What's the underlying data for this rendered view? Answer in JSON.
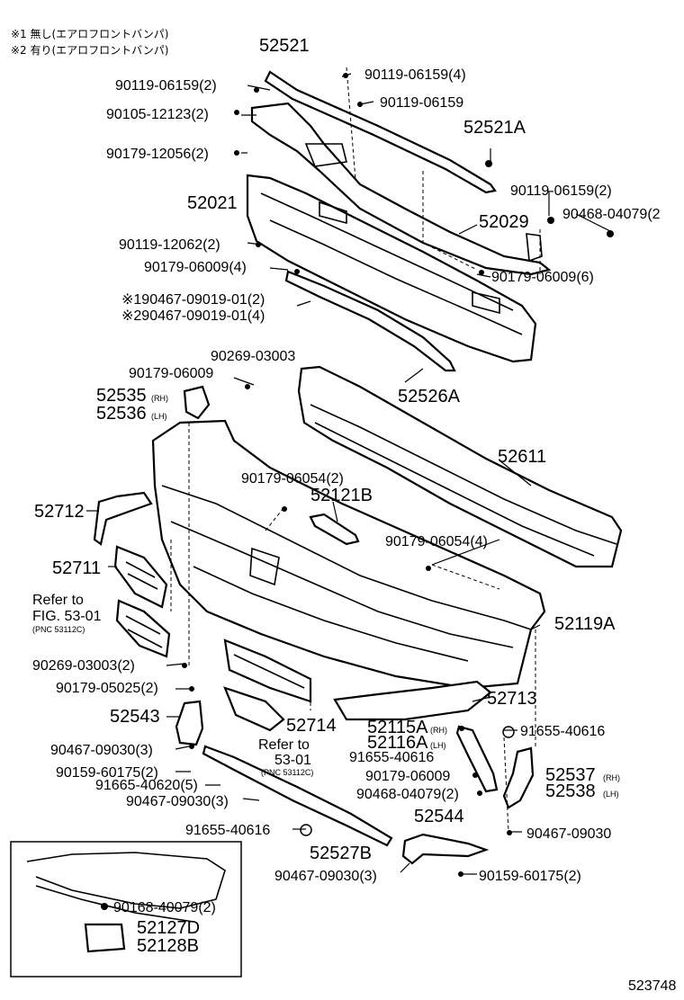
{
  "notes": {
    "n1": "※1 無し(エアロフロントバンパ)",
    "n2": "※2 有り(エアロフロントバンパ)"
  },
  "diagram_id": "523748",
  "labels": {
    "p52521": "52521",
    "p90119_06159_4": "90119-06159(4)",
    "p90119_06159_2a": "90119-06159(2)",
    "p90119_06159": "90119-06159",
    "p90105_12123": "90105-12123(2)",
    "p52521A": "52521A",
    "p90179_12056": "90179-12056(2)",
    "p90119_06159_2b": "90119-06159(2)",
    "p52021": "52021",
    "p52029": "52029",
    "p90468_04079_top": "90468-04079(2",
    "p90119_12062": "90119-12062(2)",
    "p90179_06009_4": "90179-06009(4)",
    "p90179_06009_6": "90179-06009(6)",
    "p90467_09019_1": "※190467-09019-01(2)",
    "p90467_09019_2": "※290467-09019-01(4)",
    "p90269_03003_top": "90269-03003",
    "p90179_06009_mid": "90179-06009",
    "p52535": "52535",
    "p52536": "52536",
    "rh_a": "(RH)",
    "lh_a": "(LH)",
    "p52526A": "52526A",
    "p52611": "52611",
    "p90179_06054_2": "90179-06054(2)",
    "p52121B": "52121B",
    "p52712": "52712",
    "p90179_06054_4": "90179-06054(4)",
    "p52711": "52711",
    "refer1_a": "Refer to",
    "refer1_b": "FIG. 53-01",
    "refer1_c": "(PNC 53112C)",
    "p52119A": "52119A",
    "p90269_03003_2": "90269-03003(2)",
    "p90179_05025": "90179-05025(2)",
    "p52713": "52713",
    "p52543": "52543",
    "p52714": "52714",
    "p52115A": "52115A",
    "p52116A": "52116A",
    "rh_b": "(RH)",
    "lh_b": "(LH)",
    "p91655_40616_r": "91655-40616",
    "p91655_40616_m": "91655-40616",
    "refer2_a": "Refer to",
    "refer2_b": "53-01",
    "refer2_c": "(PNC 53112C)",
    "p90467_09030_3a": "90467-09030(3)",
    "p90159_60175_2a": "90159-60175(2)",
    "p91665_40620": "91665-40620(5)",
    "p90467_09030_3b": "90467-09030(3)",
    "p90179_06009_low": "90179-06009",
    "p90468_04079_low": "90468-04079(2)",
    "p52537": "52537",
    "p52538": "52538",
    "rh_c": "(RH)",
    "lh_c": "(LH)",
    "p52544": "52544",
    "p90467_09030_r": "90467-09030",
    "p91655_40616_b": "91655-40616",
    "p52527B": "52527B",
    "p90467_09030_3c": "90467-09030(3)",
    "p90159_60175_2b": "90159-60175(2)",
    "p90168_40079": "90168-40079(2)",
    "p52127D": "52127D",
    "p52128B": "52128B"
  }
}
